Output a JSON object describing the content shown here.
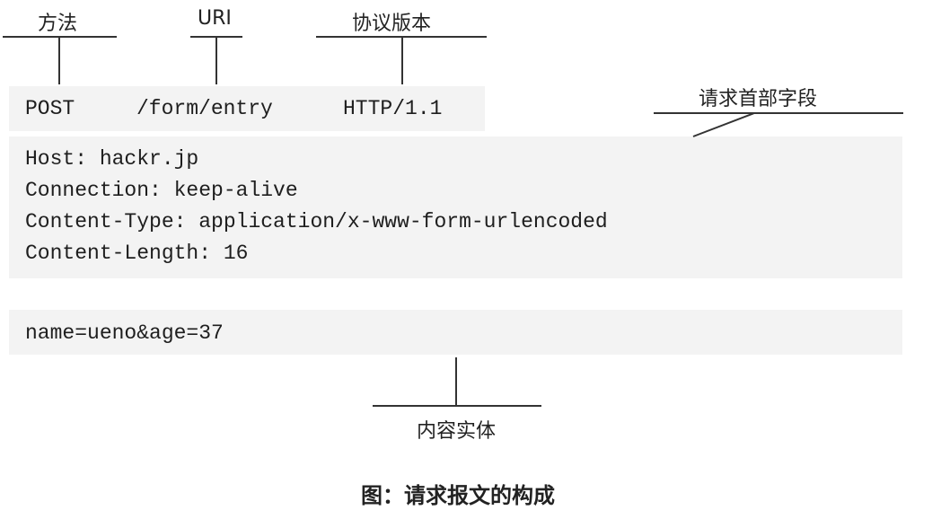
{
  "labels": {
    "method": "方法",
    "uri": "URI",
    "version": "协议版本",
    "request_headers": "请求首部字段",
    "entity_body": "内容实体"
  },
  "request_line": {
    "method": "POST",
    "uri": "/form/entry",
    "version": "HTTP/1.1"
  },
  "headers": [
    "Host: hackr.jp",
    "Connection: keep-alive",
    "Content-Type: application/x-www-form-urlencoded",
    "Content-Length: 16"
  ],
  "body": "name=ueno&age=37",
  "caption": "图：请求报文的构成"
}
